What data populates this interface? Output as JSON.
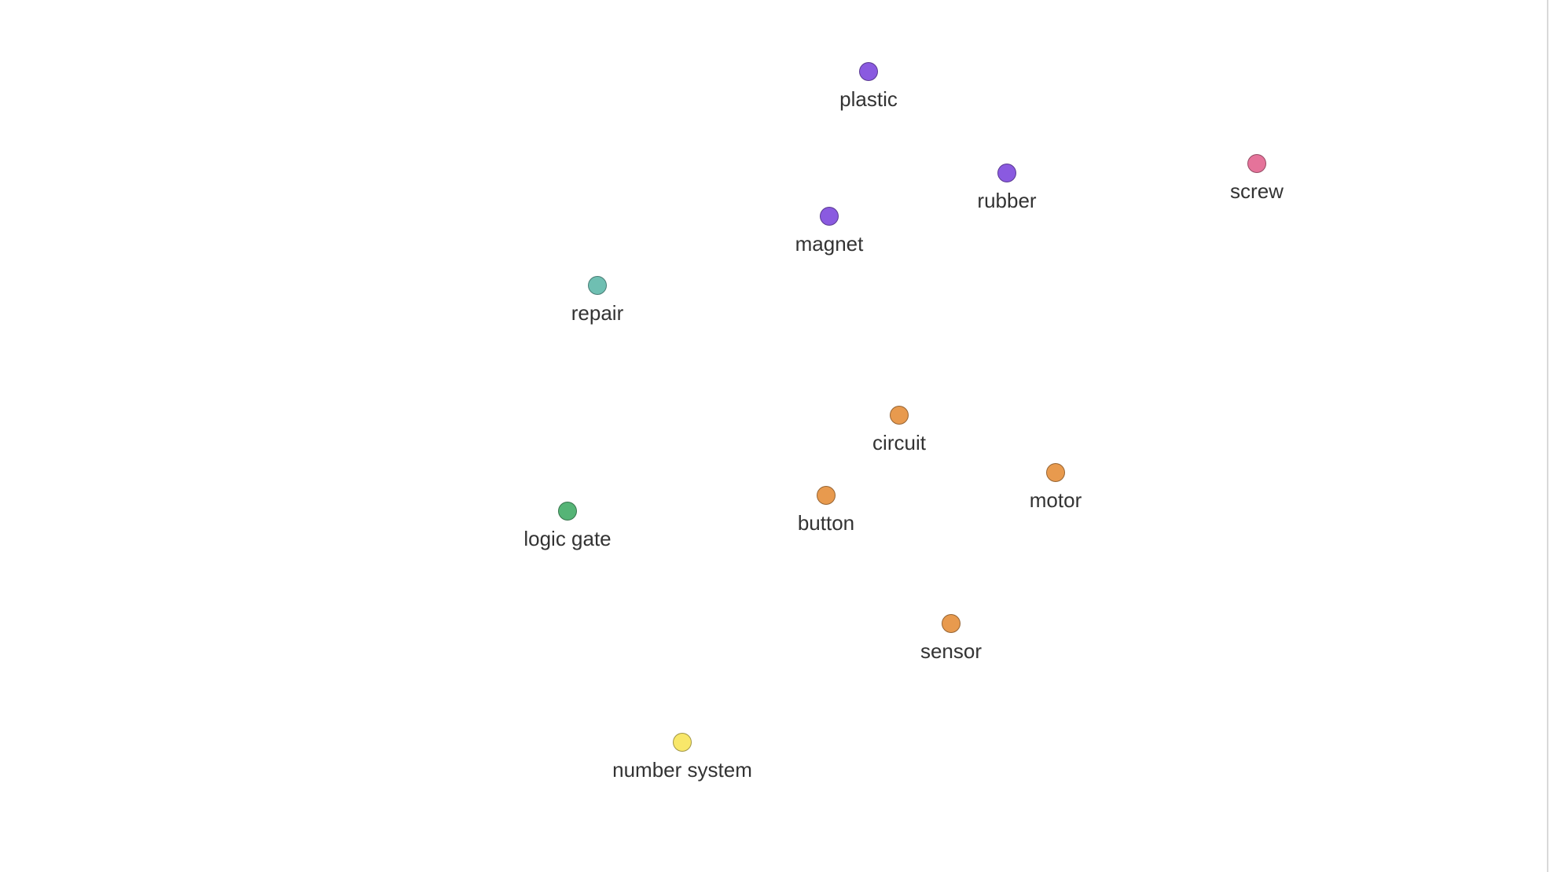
{
  "colors": {
    "purple": "#8a5ae0",
    "pink": "#e5739a",
    "teal": "#6fbfb2",
    "orange": "#e89a4e",
    "green": "#55b476",
    "yellow": "#f8e76a"
  },
  "nodes": [
    {
      "label": "plastic",
      "color": "#8a5ae0"
    },
    {
      "label": "rubber",
      "color": "#8a5ae0"
    },
    {
      "label": "screw",
      "color": "#e5739a"
    },
    {
      "label": "magnet",
      "color": "#8a5ae0"
    },
    {
      "label": "repair",
      "color": "#6fbfb2"
    },
    {
      "label": "circuit",
      "color": "#e89a4e"
    },
    {
      "label": "motor",
      "color": "#e89a4e"
    },
    {
      "label": "button",
      "color": "#e89a4e"
    },
    {
      "label": "logic gate",
      "color": "#55b476"
    },
    {
      "label": "sensor",
      "color": "#e89a4e"
    },
    {
      "label": "number system",
      "color": "#f8e76a"
    }
  ]
}
